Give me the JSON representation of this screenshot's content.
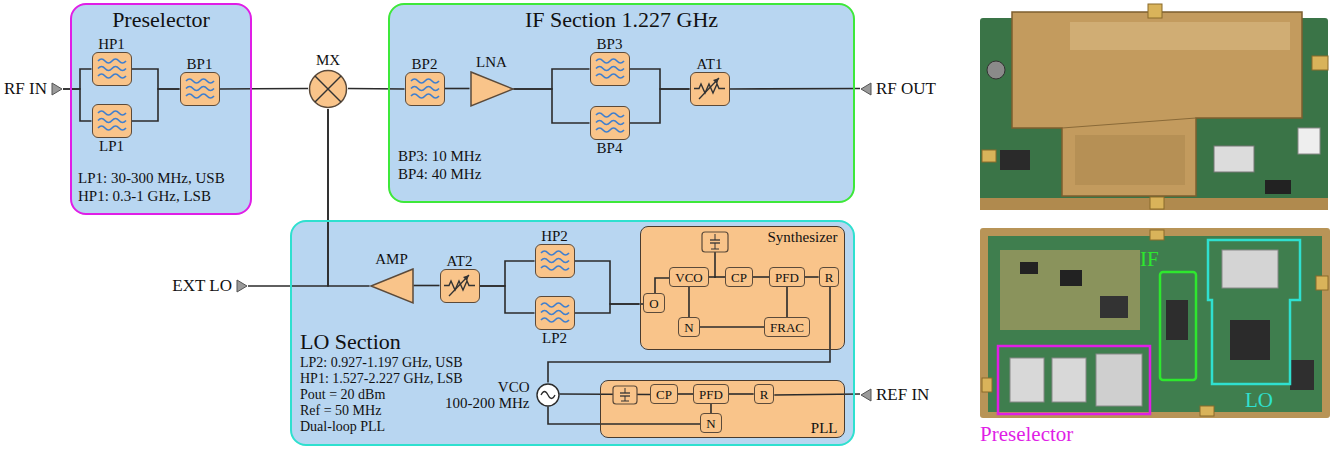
{
  "diagram": {
    "nodes": [
      {
        "text": [
          "RF IN"
        ]
      },
      {
        "text": [
          "Preselector",
          "LP1: 30-300 MHz, USB",
          "HP1: 0.3-1 GHz, LSB"
        ]
      },
      {
        "text": [
          "HP1"
        ],
        "in": 1
      },
      {
        "text": [
          "LP1"
        ],
        "in": 1
      },
      {
        "text": [
          "BP1"
        ],
        "in": 1
      },
      {
        "text": [
          "MX"
        ]
      },
      {
        "text": [
          "IF Section 1.227 GHz",
          "BP3: 10 MHz",
          "BP4: 40 MHz"
        ]
      },
      {
        "text": [
          "BP2"
        ],
        "in": 6
      },
      {
        "text": [
          "LNA"
        ],
        "in": 6
      },
      {
        "text": [
          "BP3"
        ],
        "in": 6
      },
      {
        "text": [
          "BP4"
        ],
        "in": 6
      },
      {
        "text": [
          "AT1"
        ],
        "in": 6
      },
      {
        "text": [
          "RF OUT"
        ]
      },
      {
        "text": [
          "EXT LO"
        ]
      },
      {
        "text": [
          "LO Section",
          "LP2: 0.927-1.197 GHz, USB",
          "HP1: 1.527-2.227 GHz, LSB",
          "Pout = 20 dBm",
          "Ref = 50 MHz",
          "Dual-loop PLL"
        ]
      },
      {
        "text": [
          "AMP"
        ],
        "in": 14
      },
      {
        "text": [
          "AT2"
        ],
        "in": 14
      },
      {
        "text": [
          "HP2"
        ],
        "in": 14
      },
      {
        "text": [
          "LP2"
        ],
        "in": 14
      },
      {
        "text": [
          "Synthesizer"
        ],
        "in": 14
      },
      {
        "text": [
          "VCO"
        ],
        "in": 19
      },
      {
        "text": [
          "CP"
        ],
        "in": 19
      },
      {
        "text": [
          "PFD"
        ],
        "in": 19
      },
      {
        "text": [
          "R"
        ],
        "in": 19
      },
      {
        "text": [
          "O"
        ],
        "in": 19
      },
      {
        "text": [
          "N"
        ],
        "in": 19
      },
      {
        "text": [
          "FRAC"
        ],
        "in": 19
      },
      {
        "text": [
          "VCO",
          "100-200 MHz"
        ],
        "in": 14
      },
      {
        "text": [
          "PLL"
        ],
        "in": 14
      },
      {
        "text": [
          "CP"
        ],
        "in": 28
      },
      {
        "text": [
          "PFD"
        ],
        "in": 28
      },
      {
        "text": [
          "R"
        ],
        "in": 28
      },
      {
        "text": [
          "N"
        ],
        "in": 28
      },
      {
        "text": [
          "REF IN"
        ]
      }
    ],
    "edges": [
      {
        "from": 0,
        "to": 2,
        "arrow": "none"
      },
      {
        "from": 0,
        "to": 3,
        "arrow": "none"
      },
      {
        "from": 2,
        "to": 4,
        "arrow": "none"
      },
      {
        "from": 3,
        "to": 4,
        "arrow": "none"
      },
      {
        "from": 4,
        "to": 5,
        "arrow": "none"
      },
      {
        "from": 5,
        "to": 7,
        "arrow": "none"
      },
      {
        "from": 7,
        "to": 8,
        "arrow": "none"
      },
      {
        "from": 8,
        "to": 9,
        "arrow": "none"
      },
      {
        "from": 8,
        "to": 10,
        "arrow": "none"
      },
      {
        "from": 9,
        "to": 11,
        "arrow": "none"
      },
      {
        "from": 10,
        "to": 11,
        "arrow": "none"
      },
      {
        "from": 11,
        "to": 12,
        "arrow": "none"
      },
      {
        "from": 13,
        "to": 5,
        "arrow": "none"
      },
      {
        "from": 15,
        "to": 5,
        "arrow": "none"
      },
      {
        "from": 16,
        "to": 15,
        "arrow": "none"
      },
      {
        "from": 17,
        "to": 16,
        "arrow": "none"
      },
      {
        "from": 18,
        "to": 16,
        "arrow": "none"
      },
      {
        "from": 19,
        "to": 17,
        "arrow": "none"
      },
      {
        "from": 19,
        "to": 18,
        "arrow": "none"
      },
      {
        "from": 23,
        "to": 22,
        "arrow": "none"
      },
      {
        "from": 22,
        "to": 21,
        "arrow": "none"
      },
      {
        "from": 21,
        "to": 20,
        "arrow": "none"
      },
      {
        "from": 20,
        "to": 24,
        "arrow": "none"
      },
      {
        "from": 20,
        "to": 25,
        "arrow": "none"
      },
      {
        "from": 25,
        "to": 26,
        "arrow": "none"
      },
      {
        "from": 22,
        "to": 26,
        "arrow": "none"
      },
      {
        "from": 27,
        "to": 23,
        "arrow": "none"
      },
      {
        "from": 33,
        "to": 31,
        "arrow": "none"
      },
      {
        "from": 31,
        "to": 30,
        "arrow": "none"
      },
      {
        "from": 30,
        "to": 29,
        "arrow": "none"
      },
      {
        "from": 29,
        "to": 27,
        "arrow": "none"
      },
      {
        "from": 27,
        "to": 32,
        "arrow": "none"
      },
      {
        "from": 32,
        "to": 30,
        "arrow": "none"
      }
    ],
    "labels": [
      "IF",
      "LO",
      "Preselector"
    ]
  }
}
